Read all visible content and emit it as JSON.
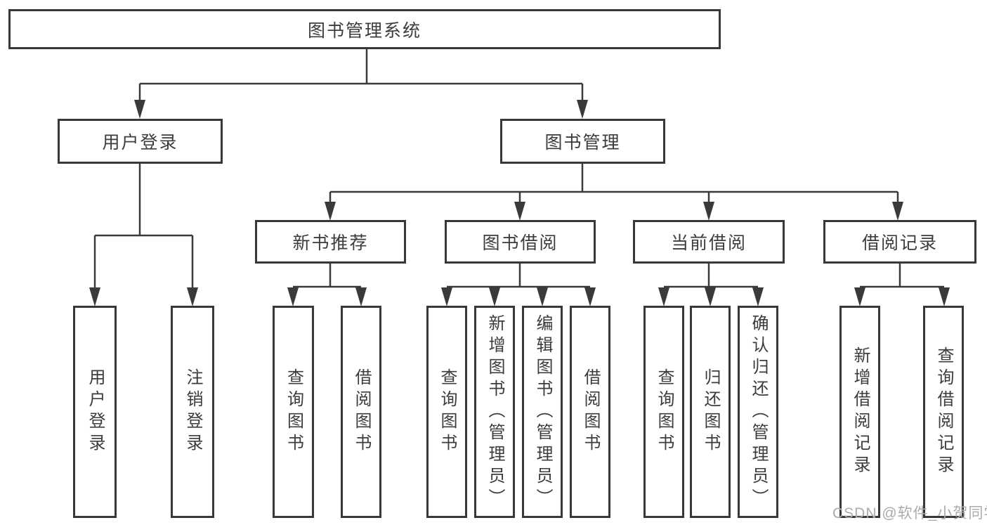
{
  "colors": {
    "line": "#3a3a3a",
    "box_border": "#383838",
    "box_background": "#ffffff",
    "text": "#3c3c3c",
    "watermark": "#ababab"
  },
  "tree": {
    "label": "图书管理系统",
    "children": [
      {
        "label": "用户登录",
        "children": [
          {
            "label": "用户登录"
          },
          {
            "label": "注销登录"
          }
        ]
      },
      {
        "label": "图书管理",
        "children": [
          {
            "label": "新书推荐",
            "children": [
              {
                "label": "查询图书"
              },
              {
                "label": "借阅图书"
              }
            ]
          },
          {
            "label": "图书借阅",
            "children": [
              {
                "label": "查询图书"
              },
              {
                "label": "新增图书（管理员）"
              },
              {
                "label": "编辑图书（管理员）"
              },
              {
                "label": "借阅图书"
              }
            ]
          },
          {
            "label": "当前借阅",
            "children": [
              {
                "label": "查询图书"
              },
              {
                "label": "归还图书"
              },
              {
                "label": "确认归还（管理员）"
              }
            ]
          },
          {
            "label": "借阅记录",
            "children": [
              {
                "label": "新增借阅记录"
              },
              {
                "label": "查询借阅记录"
              }
            ]
          }
        ]
      }
    ]
  },
  "watermark": {
    "text": "CSDN @软件_小贺同学"
  }
}
